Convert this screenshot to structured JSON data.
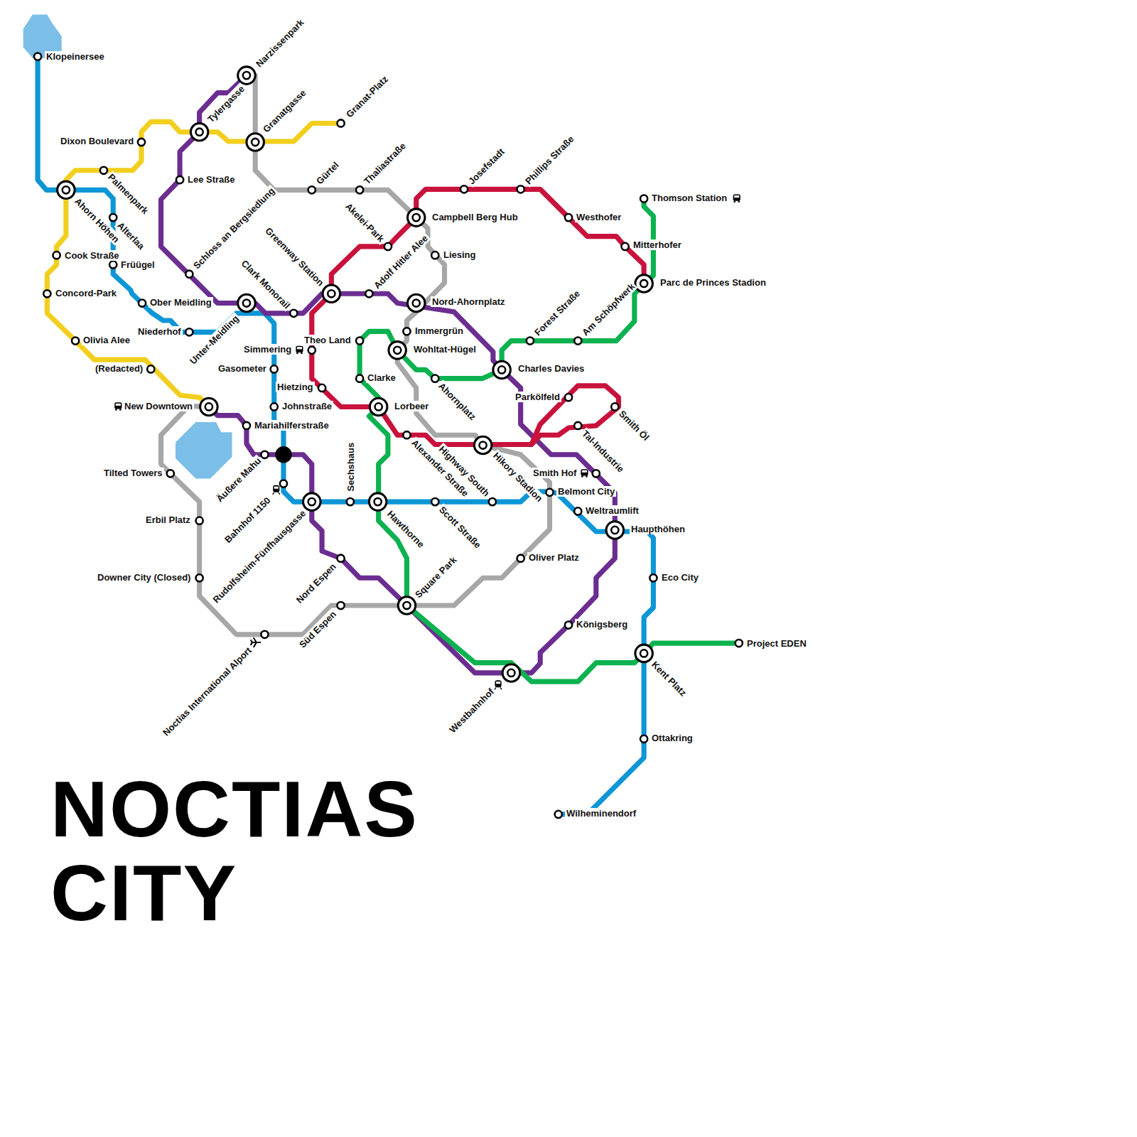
{
  "diagram": {
    "title": "NOCTIAS CITY",
    "labels": [
      "Klopeinersee",
      "Narzissenpark",
      "Tylergasse",
      "Granatgasse",
      "Granat-Platz",
      "Dixon Boulevard",
      "Palmenpark",
      "Ahorn Höhen",
      "Alterlaa",
      "Lee Straße",
      "Cook Straße",
      "Früügel",
      "Concord-Park",
      "Schloss an Bergsiedlung",
      "Ober Meidling",
      "Clark Monorail",
      "Greenway Station",
      "Niederhof",
      "Unter-Meidling",
      "Olivia Alee",
      "Gürtel",
      "Thaliastraße",
      "Josefstadt",
      "Phillips Straße",
      "Campbell Berg Hub",
      "Westhofer",
      "Akelei-Park",
      "Adolf Hitler Alee",
      "Liesing",
      "Thomson Station",
      "Mitterhofer",
      "Parc de Princes Stadion",
      "Nord-Ahornplatz",
      "Forest Straße",
      "Am Schöpfwerk",
      "Immergrün",
      "Simmering",
      "Theo Land",
      "Wohltat-Hügel",
      "Charles Davies",
      "Gasometer",
      "Clarke",
      "(Redacted)",
      "Ahornplatz",
      "Hietzing",
      "Parkölfeld",
      "Johnstraße",
      "Lorbeer",
      "New Downtown",
      "Smith Öl",
      "Mariahilferstraße",
      "Tal-Industrie",
      "Alexander Straße",
      "Highway South",
      "Hikory Stadion",
      "Äußere Mahu",
      "Sechshaus",
      "Tilted Towers",
      "Smith Hof",
      "Bahnhof 1150",
      "Belmont City",
      "Rudolfsheim-Fünfhausgasse",
      "Hawthorne",
      "Scott Straße",
      "Weltraumlift",
      "Erbil Platz",
      "Haupthöhen",
      "Oliver Platz",
      "Nord Espen",
      "Square Park",
      "Eco City",
      "Downer City (Closed)",
      "Süd Espen",
      "Königsberg",
      "Noctias International Alport",
      "Project EDEN",
      "Kent Platz",
      "Westbahnhof",
      "Ottakring",
      "Wilheminendorf"
    ]
  }
}
